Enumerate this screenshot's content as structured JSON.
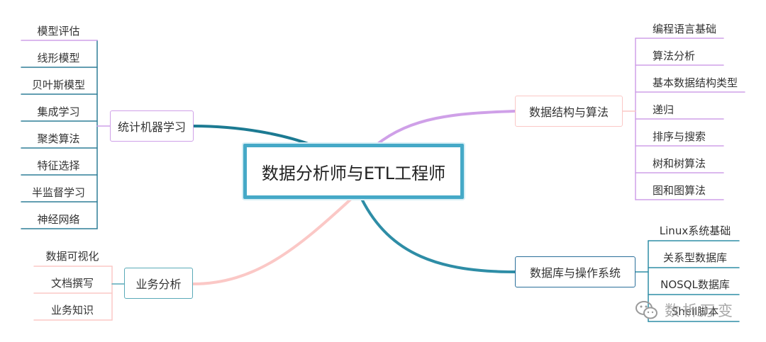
{
  "root": {
    "label": "数据分析师与ETL工程师"
  },
  "branches": {
    "ml": {
      "label": "统计机器学习",
      "color": "#cfa0e8",
      "children": [
        "模型评估",
        "线形模型",
        "贝叶斯模型",
        "集成学习",
        "聚类算法",
        "特征选择",
        "半监督学习",
        "神经网络"
      ],
      "child_rule_color": "#2e7e97"
    },
    "biz": {
      "label": "业务分析",
      "color": "#fbc8c6",
      "children": [
        "数据可视化",
        "文档撰写",
        "业务知识"
      ],
      "child_rule_color": "#fbc8c6"
    },
    "ds": {
      "label": "数据结构与算法",
      "color": "#cfa0e8",
      "children": [
        "编程语言基础",
        "算法分析",
        "基本数据结构类型",
        "递归",
        "排序与搜索",
        "树和树算法",
        "图和图算法"
      ],
      "child_rule_color": "#cfa0e8"
    },
    "db": {
      "label": "数据库与操作系统",
      "color": "#2a6f9a",
      "children": [
        "Linux系统基础",
        "关系型数据库",
        "NOSQL数据库",
        "Shell脚本"
      ],
      "child_rule_color": "#2e8da6"
    }
  },
  "watermark": {
    "text": "数析万变",
    "icon": "wechat-icon"
  }
}
